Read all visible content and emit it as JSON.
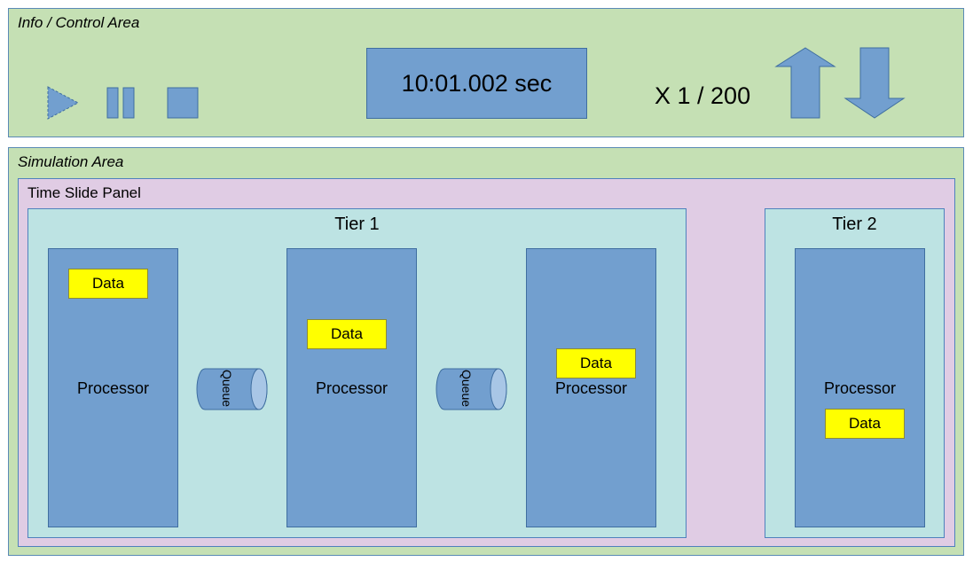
{
  "info_area": {
    "label": "Info / Control Area",
    "clock": "10:01.002 sec",
    "speed": "X 1 / 200"
  },
  "simulation_area": {
    "label": "Simulation Area",
    "panel_label": "Time Slide Panel",
    "tier1": {
      "title": "Tier 1",
      "processors": [
        {
          "label": "Processor",
          "data": "Data"
        },
        {
          "label": "Processor",
          "data": "Data"
        },
        {
          "label": "Processor",
          "data": "Data"
        }
      ],
      "queues": [
        "Queue",
        "Queue"
      ]
    },
    "tier2": {
      "title": "Tier 2",
      "processors": [
        {
          "label": "Processor",
          "data": "Data"
        }
      ]
    }
  },
  "icons": [
    "play-icon",
    "pause-icon",
    "stop-icon",
    "speed-up-arrow-icon",
    "speed-down-arrow-icon",
    "queue-cylinder-icon"
  ],
  "colors": {
    "area_bg": "#c5e0b4",
    "panel_bg": "#e0cce4",
    "tier_bg": "#bde3e3",
    "shape_blue": "#729fcf",
    "data_yellow": "#ffff00"
  }
}
